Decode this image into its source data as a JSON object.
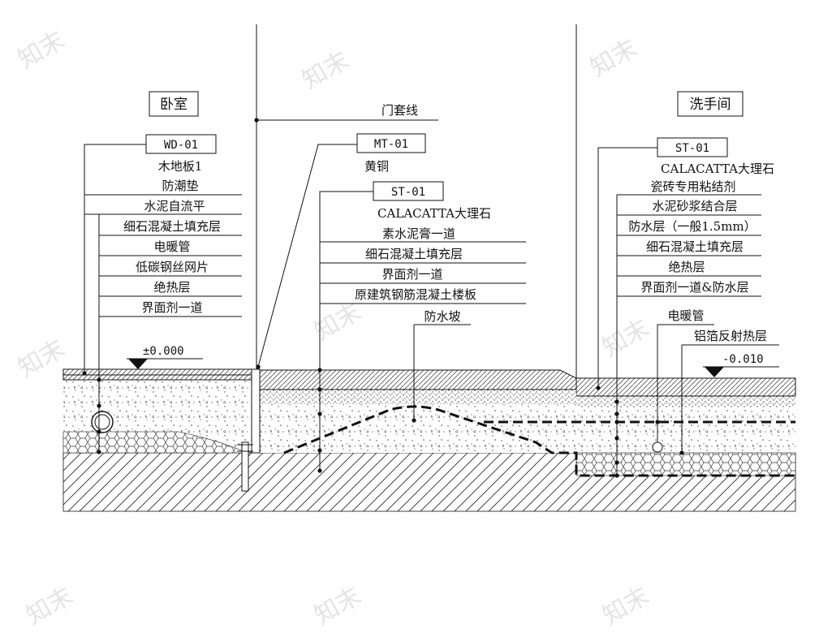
{
  "rooms": {
    "bedroom": "卧室",
    "washroom": "洗手间"
  },
  "door_line": "门套线",
  "codes": {
    "wd": "WD-01",
    "mt": "MT-01",
    "st_mid": "ST-01",
    "st_right": "ST-01"
  },
  "left_layers": [
    "木地板1",
    "防潮垫",
    "水泥自流平",
    "细石混凝土填充层",
    "电暖管",
    "低碳钢丝网片",
    "绝热层",
    "界面剂一道"
  ],
  "mt_layers": [
    "黄铜"
  ],
  "mid_layers": [
    "CALACATTA大理石",
    "素水泥膏一道",
    "细石混凝土填充层",
    "界面剂一道",
    "原建筑钢筋混凝土楼板"
  ],
  "waterproof_slope": "防水坡",
  "right_layers": [
    "CALACATTA大理石",
    "瓷砖专用粘结剂",
    "水泥砂浆结合层",
    "防水层（一般1.5mm）",
    "细石混凝土填充层",
    "绝热层",
    "界面剂一道&防水层"
  ],
  "right_extra": [
    "电暖管",
    "铝箔反射热层"
  ],
  "levels": {
    "bedroom": "±0.000",
    "washroom": "-0.010"
  },
  "watermark": "知末"
}
